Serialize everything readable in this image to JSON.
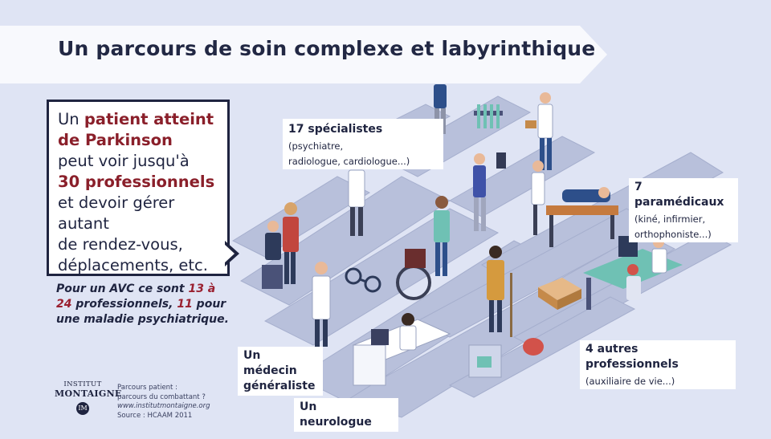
{
  "banner": {
    "title": "Un parcours de soin complexe et labyrinthique"
  },
  "callout": {
    "l1_a": "Un ",
    "l1_b": "patient atteint",
    "l2": "de Parkinson",
    "l3": "peut voir jusqu'à",
    "l4": "30 professionnels",
    "l5": "et devoir gérer autant",
    "l6": "de rendez-vous,",
    "l7": "déplacements, etc."
  },
  "stat": {
    "a": "Pour un AVC ce sont ",
    "b": "13 à 24",
    "c": " professionnels, ",
    "d": "11",
    "e": " pour une maladie psychiatrique."
  },
  "labels": {
    "specialistes_title": "17 spécialistes",
    "specialistes_detail_1": "(psychiatre,",
    "specialistes_detail_2": "radiologue, cardiologue...)",
    "paramedicaux_title": "7 paramédicaux",
    "paramedicaux_detail_1": "(kiné, infirmier,",
    "paramedicaux_detail_2": "orthophoniste...)",
    "autres_title": "4 autres professionnels",
    "autres_detail": "(auxiliaire de vie...)",
    "generaliste_1": "Un médecin",
    "generaliste_2": "généraliste",
    "neurologue": "Un neurologue"
  },
  "logo": {
    "line1": "INSTITUT",
    "line2": "MONTAIGNE",
    "seal": "IM"
  },
  "source": {
    "line1": "Parcours patient :",
    "line2": "parcours du combattant ?",
    "line3": "www.institutmontaigne.org",
    "line4": "Source : HCAAM 2011"
  },
  "colors": {
    "background": "#dfe4f4",
    "maze_path": "#b9c1dc",
    "accent_red": "#8a1f2a",
    "navy": "#1f2440"
  }
}
